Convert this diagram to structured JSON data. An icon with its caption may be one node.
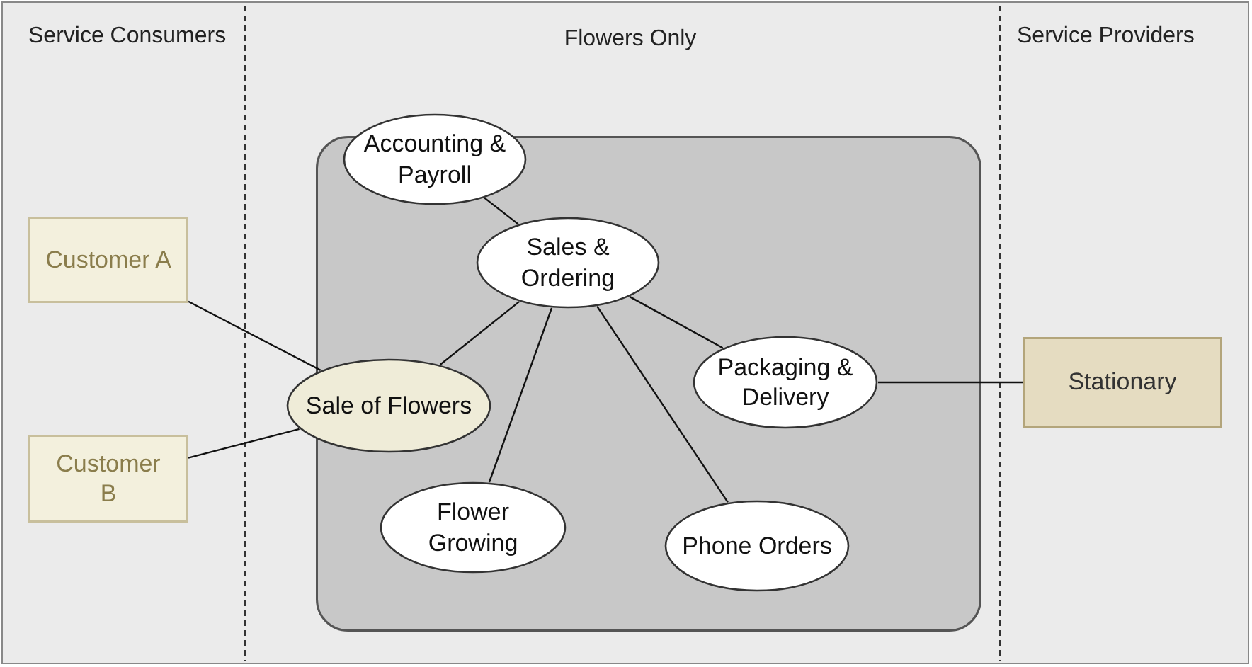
{
  "diagram": {
    "nodes": [
      {
        "text": [
          "Customer A"
        ]
      },
      {
        "text": [
          "Customer B"
        ]
      },
      {
        "text": [],
        "shape": "box"
      },
      {
        "text": [
          "Accounting & Payroll"
        ]
      },
      {
        "text": [
          "Sales & Ordering"
        ],
        "in": 2
      },
      {
        "text": [
          "Sale of Flowers"
        ]
      },
      {
        "text": [
          "Packaging & Delivery"
        ],
        "in": 2
      },
      {
        "text": [
          "Flower Growing"
        ],
        "in": 2
      },
      {
        "text": [
          "Phone Orders"
        ],
        "in": 2
      },
      {
        "text": [
          "Stationary"
        ]
      }
    ],
    "edges": [
      {
        "from": 0,
        "to": 5,
        "arrow": "none"
      },
      {
        "from": 1,
        "to": 5,
        "arrow": "none"
      },
      {
        "from": 5,
        "to": 4,
        "arrow": "none"
      },
      {
        "from": 3,
        "to": 4,
        "arrow": "none"
      },
      {
        "from": 4,
        "to": 6,
        "arrow": "none"
      },
      {
        "from": 4,
        "to": 7,
        "arrow": "none"
      },
      {
        "from": 4,
        "to": 8,
        "arrow": "none"
      },
      {
        "from": 6,
        "to": 9,
        "arrow": "none"
      }
    ],
    "labels": [
      "Service Consumers",
      "Flowers Only",
      "Service Providers"
    ]
  }
}
